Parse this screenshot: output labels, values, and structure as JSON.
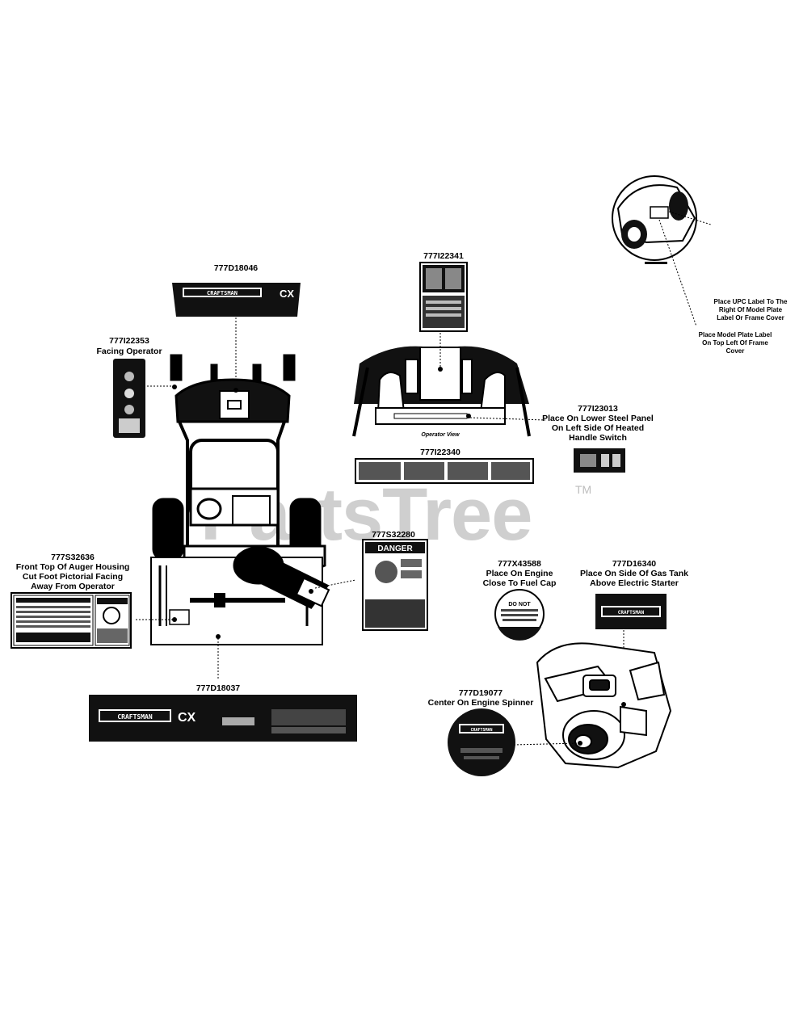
{
  "watermark": {
    "text": "PartsTree",
    "tm": "TM"
  },
  "callouts": {
    "p18046": {
      "part": "777D18046"
    },
    "p22341": {
      "part": "777I22341"
    },
    "upc": {
      "line1": "Place UPC Label To The",
      "line2": "Right Of Model Plate",
      "line3": "Label Or Frame Cover"
    },
    "model_plate": {
      "line1": "Place Model Plate Label",
      "line2": "On Top Left Of Frame",
      "line3": "Cover"
    },
    "p22353": {
      "part": "777I22353",
      "line1": "Facing Operator"
    },
    "p23013": {
      "part": "777I23013",
      "line1": "Place On Lower Steel Panel",
      "line2": "On Left Side Of Heated",
      "line3": "Handle Switch"
    },
    "p22340": {
      "part": "777I22340"
    },
    "p32280": {
      "part": "777S32280"
    },
    "p32636": {
      "part": "777S32636",
      "line1": "Front Top Of Auger Housing",
      "line2": "Cut Foot Pictorial Facing",
      "line3": "Away From Operator"
    },
    "p43588": {
      "part": "777X43588",
      "line1": "Place On Engine",
      "line2": "Close To Fuel Cap"
    },
    "p16340": {
      "part": "777D16340",
      "line1": "Place On Side Of Gas Tank",
      "line2": "Above Electric Starter"
    },
    "p18037": {
      "part": "777D18037"
    },
    "p19077": {
      "part": "777D19077",
      "line1": "Center On Engine Spinner"
    }
  },
  "decals": {
    "brand": "CRAFTSMAN",
    "model_badge": "CX",
    "danger": "DANGER",
    "operator_view": "Operator View",
    "do_not": "DO NOT"
  }
}
